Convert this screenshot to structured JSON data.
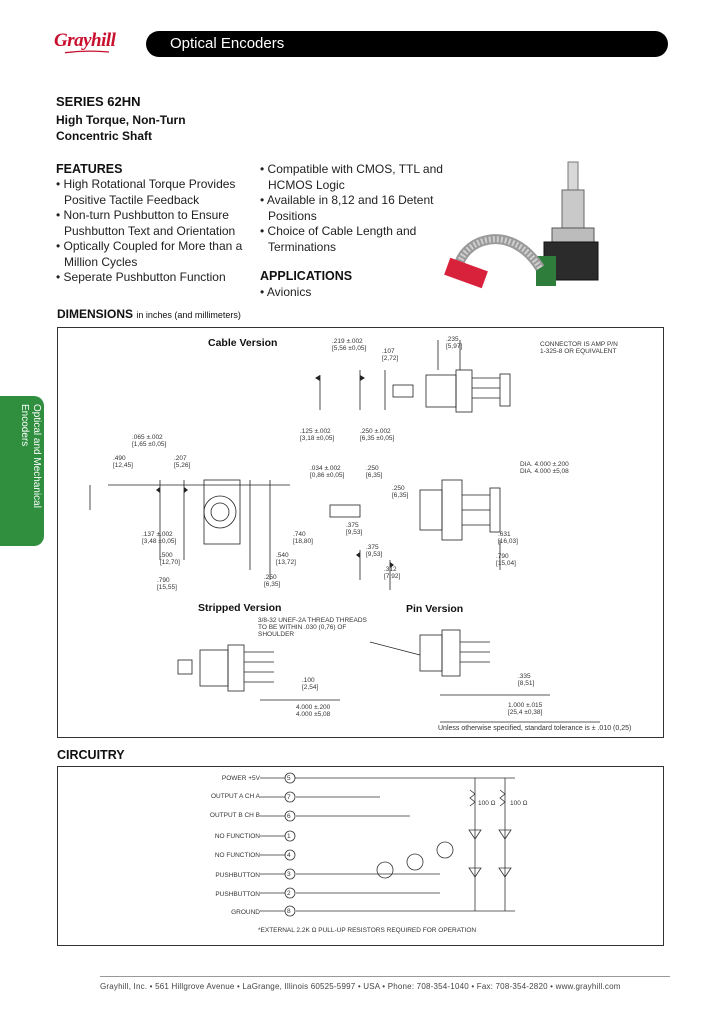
{
  "header": {
    "brand": "Grayhill",
    "title": "Optical Encoders"
  },
  "product": {
    "series": "SERIES 62HN",
    "subtitle": "High Torque, Non-Turn Concentric Shaft"
  },
  "features": {
    "title": "FEATURES",
    "left": [
      "High Rotational Torque Provides Positive Tactile Feedback",
      "Non-turn Pushbutton to Ensure Pushbutton Text and Orientation",
      "Optically Coupled for More than a Million Cycles",
      "Seperate Pushbutton Function"
    ],
    "right": [
      "Compatible with CMOS, TTL and HCMOS Logic",
      "Available in 8,12 and 16 Detent Positions",
      "Choice of Cable Length and Terminations"
    ]
  },
  "applications": {
    "title": "APPLICATIONS",
    "items": [
      "Avionics"
    ]
  },
  "side_tab": "Optical and Mechanical Encoders",
  "dimensions": {
    "title": "DIMENSIONS",
    "units": "in inches (and millimeters)",
    "cable_version": "Cable Version",
    "stripped_version": "Stripped Version",
    "pin_version": "Pin Version",
    "connector_note": "CONNECTOR IS AMP P/N 1-325-8 OR EQUIVALENT",
    "thread_note": "3/8-32 UNEF-2A THREAD THREADS TO BE WITHIN .030 (0,76) OF SHOULDER",
    "tolerance_note": "Unless otherwise specified, standard tolerance is ± .010 (0,25)",
    "labels": {
      "d1": ".219 ±.002",
      "d1m": "[5,56 ±0,05]",
      "d2": ".107",
      "d2m": "[2,72]",
      "d3": ".235",
      "d3m": "[5,97]",
      "d4": ".125 ±.002",
      "d4m": "[3,18 ±0,05]",
      "d5": ".250 ±.002",
      "d5m": "[6,35 ±0,05]",
      "d6": ".065 ±.002",
      "d6m": "[1,65 ±0,05]",
      "d7": ".490",
      "d7m": "[12,45]",
      "d8": ".207",
      "d8m": "[5,26]",
      "d9": ".034 ±.002",
      "d9m": "[0,86 ±0,05]",
      "d10": ".250",
      "d10m": "[6,35]",
      "d11": "DIA. 4.000 ±.200",
      "d11m": "DIA. 4.000 ±5,08",
      "d12": ".250",
      "d12m": "[6,35]",
      "d13": ".137 ±.002",
      "d13m": "[3,48 ±0,05]",
      "d14": ".500",
      "d14m": "[12,70]",
      "d15": ".740",
      "d15m": "[18,80]",
      "d16": ".540",
      "d16m": "[13,72]",
      "d17": ".250",
      "d17m": "[6,35]",
      "d18": ".790",
      "d18m": "[15,55]",
      "d19": ".375",
      "d19m": "[9,53]",
      "d20": ".375",
      "d20m": "[9,53]",
      "d21": ".312",
      "d21m": "[7,92]",
      "d22": ".631",
      "d22m": "[16,03]",
      "d23": ".790",
      "d23m": "[15,04]",
      "d24": ".100",
      "d24m": "[2,54]",
      "d25": "4.000 ±.200",
      "d25m": "4.000 ±5,08",
      "d26": ".335",
      "d26m": "[8,51]",
      "d27": "1.000 ±.015",
      "d27m": "[25,4 ±0,38]"
    }
  },
  "circuitry": {
    "title": "CIRCUITRY",
    "pins": [
      {
        "label": "POWER +5V",
        "num": "5"
      },
      {
        "label": "OUTPUT A CH A",
        "num": "7"
      },
      {
        "label": "OUTPUT B CH B",
        "num": "6"
      },
      {
        "label": "NO FUNCTION",
        "num": "1"
      },
      {
        "label": "NO FUNCTION",
        "num": "4"
      },
      {
        "label": "PUSHBUTTON",
        "num": "3"
      },
      {
        "label": "PUSHBUTTON",
        "num": "2"
      },
      {
        "label": "GROUND",
        "num": "8"
      }
    ],
    "resistor_a": "100 Ω",
    "resistor_b": "100 Ω",
    "note": "*EXTERNAL 2.2K Ω PULL-UP RESISTORS REQUIRED FOR OPERATION"
  },
  "footer": "Grayhill, Inc. • 561 Hillgrove Avenue • LaGrange, Illinois 60525-5997 • USA • Phone: 708-354-1040 • Fax: 708-354-2820 • www.grayhill.com",
  "colors": {
    "brand_red": "#c8102e",
    "tab_green": "#2f8f3f",
    "header_black": "#000000"
  }
}
